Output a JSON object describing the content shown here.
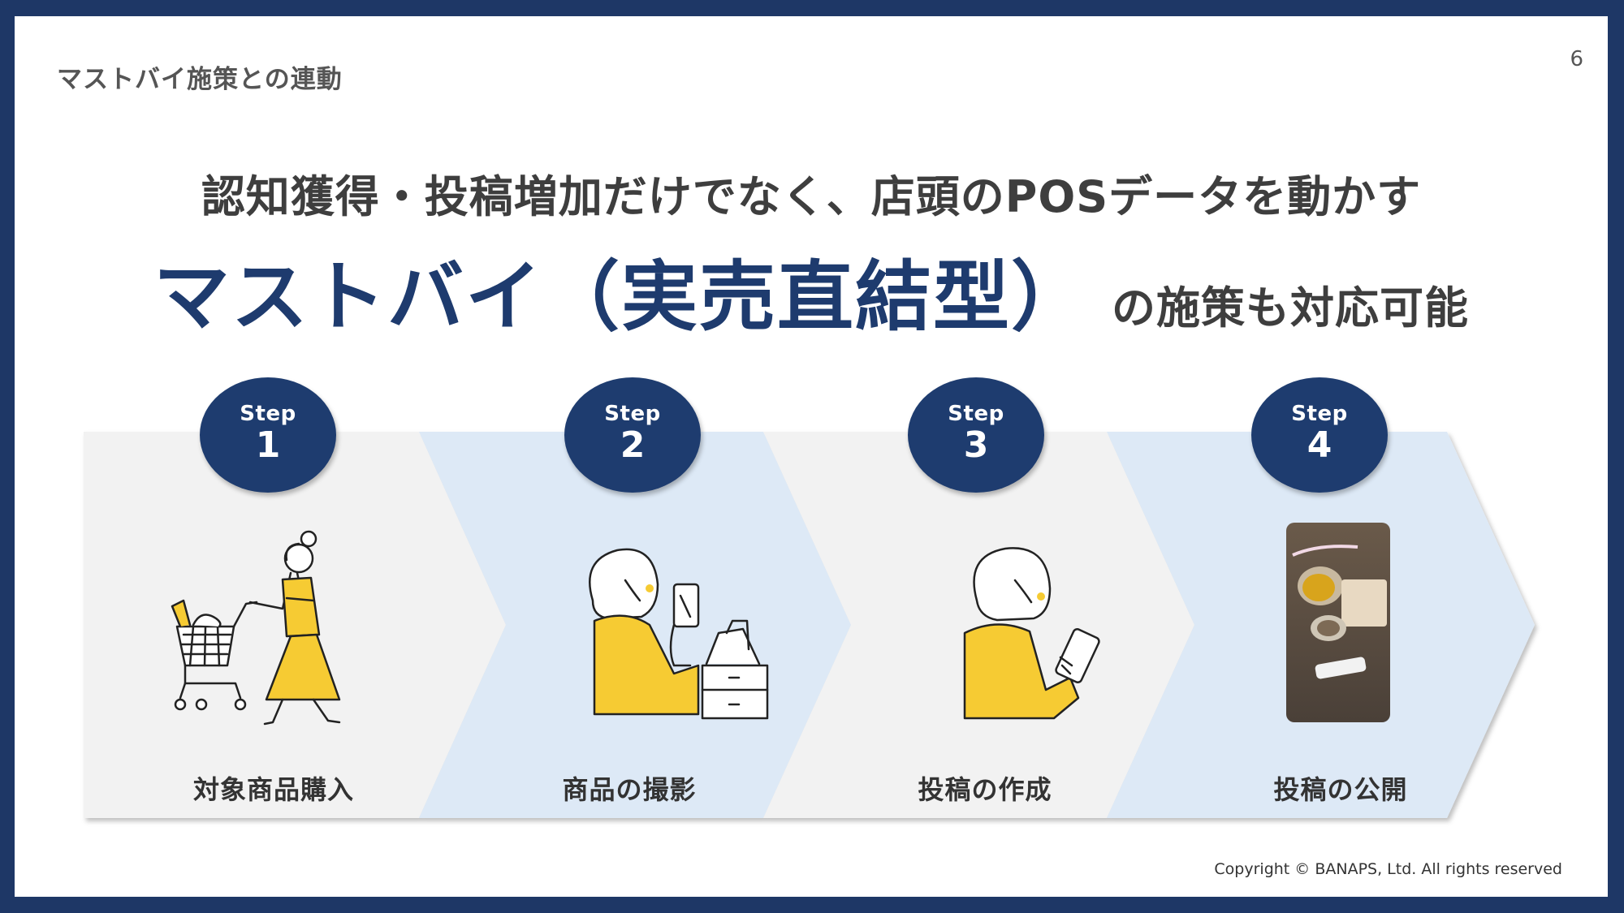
{
  "header": {
    "section_title": "マストバイ施策との連動",
    "page_number": "6"
  },
  "headline": {
    "line1": "認知獲得・投稿増加だけでなく、店頭のPOSデータを動かす",
    "line2_strong": "マストバイ（実売直結型）",
    "line2_tail": "の施策も対応可能"
  },
  "steps": [
    {
      "word": "Step",
      "number": "1",
      "label": "対象商品購入",
      "icon": "shopping-cart-illustration"
    },
    {
      "word": "Step",
      "number": "2",
      "label": "商品の撮影",
      "icon": "phone-photo-illustration"
    },
    {
      "word": "Step",
      "number": "3",
      "label": "投稿の作成",
      "icon": "phone-typing-illustration"
    },
    {
      "word": "Step",
      "number": "4",
      "label": "投稿の公開",
      "icon": "posted-photo-thumbnail"
    }
  ],
  "colors": {
    "navy": "#1e3b6e",
    "band_gray": "#f2f2f2",
    "band_blue": "#dde9f6",
    "illustration_yellow": "#f6cb33"
  },
  "footer": {
    "copyright": "Copyright © BANAPS, Ltd. All rights reserved"
  }
}
